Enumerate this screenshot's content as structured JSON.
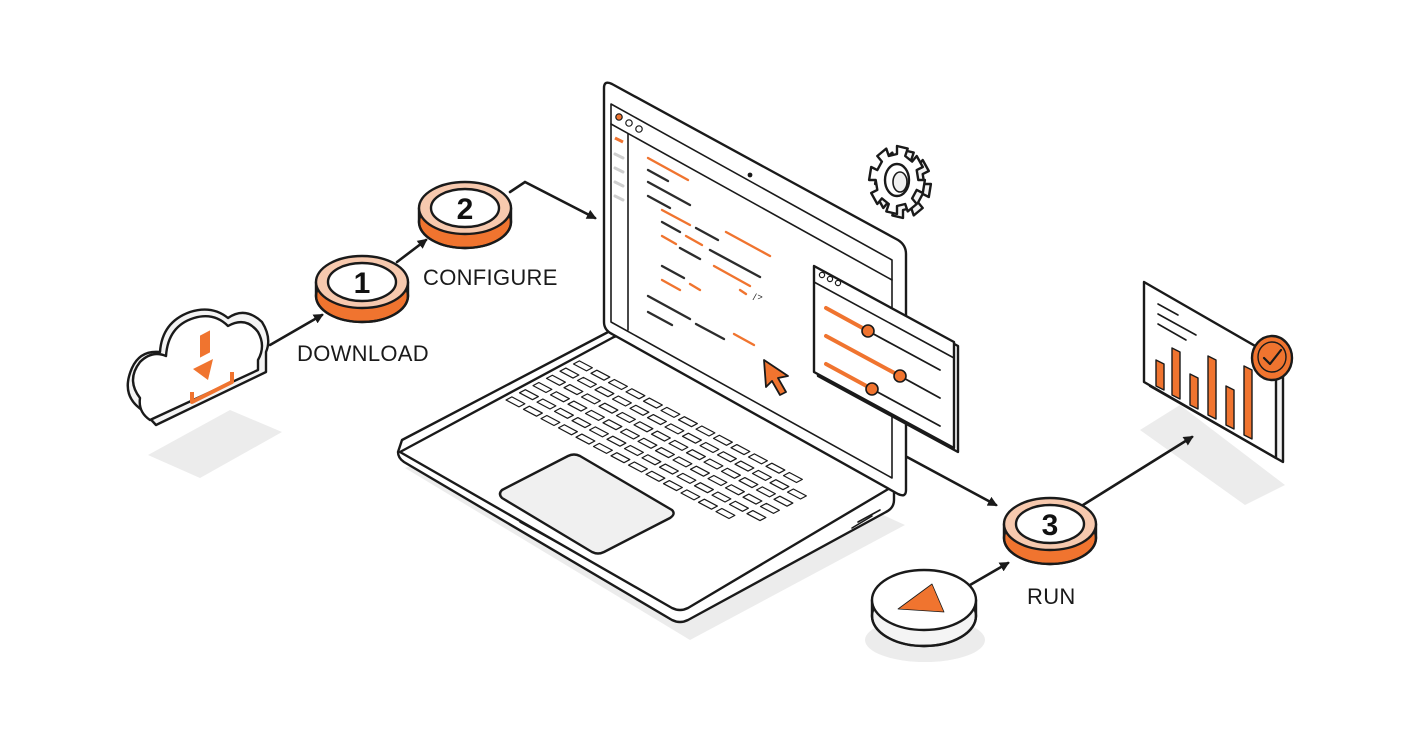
{
  "colors": {
    "accent": "#f0742f",
    "accent_light": "#f7c9ae",
    "outline": "#1a1a1a",
    "shadow": "#ececec",
    "surface": "#f4f4f4"
  },
  "steps": [
    {
      "number": "1",
      "label": "DOWNLOAD"
    },
    {
      "number": "2",
      "label": "CONFIGURE"
    },
    {
      "number": "3",
      "label": "RUN"
    }
  ],
  "icons": {
    "download": "cloud-download-icon",
    "settings": "gear-icon",
    "sliders": "settings-sliders-icon",
    "results": "bar-chart-icon",
    "success": "check-circle-icon",
    "play": "play-button-icon",
    "cursor": "mouse-cursor-icon",
    "device": "laptop-icon"
  },
  "screen": {
    "tag_glyph": "/>"
  }
}
